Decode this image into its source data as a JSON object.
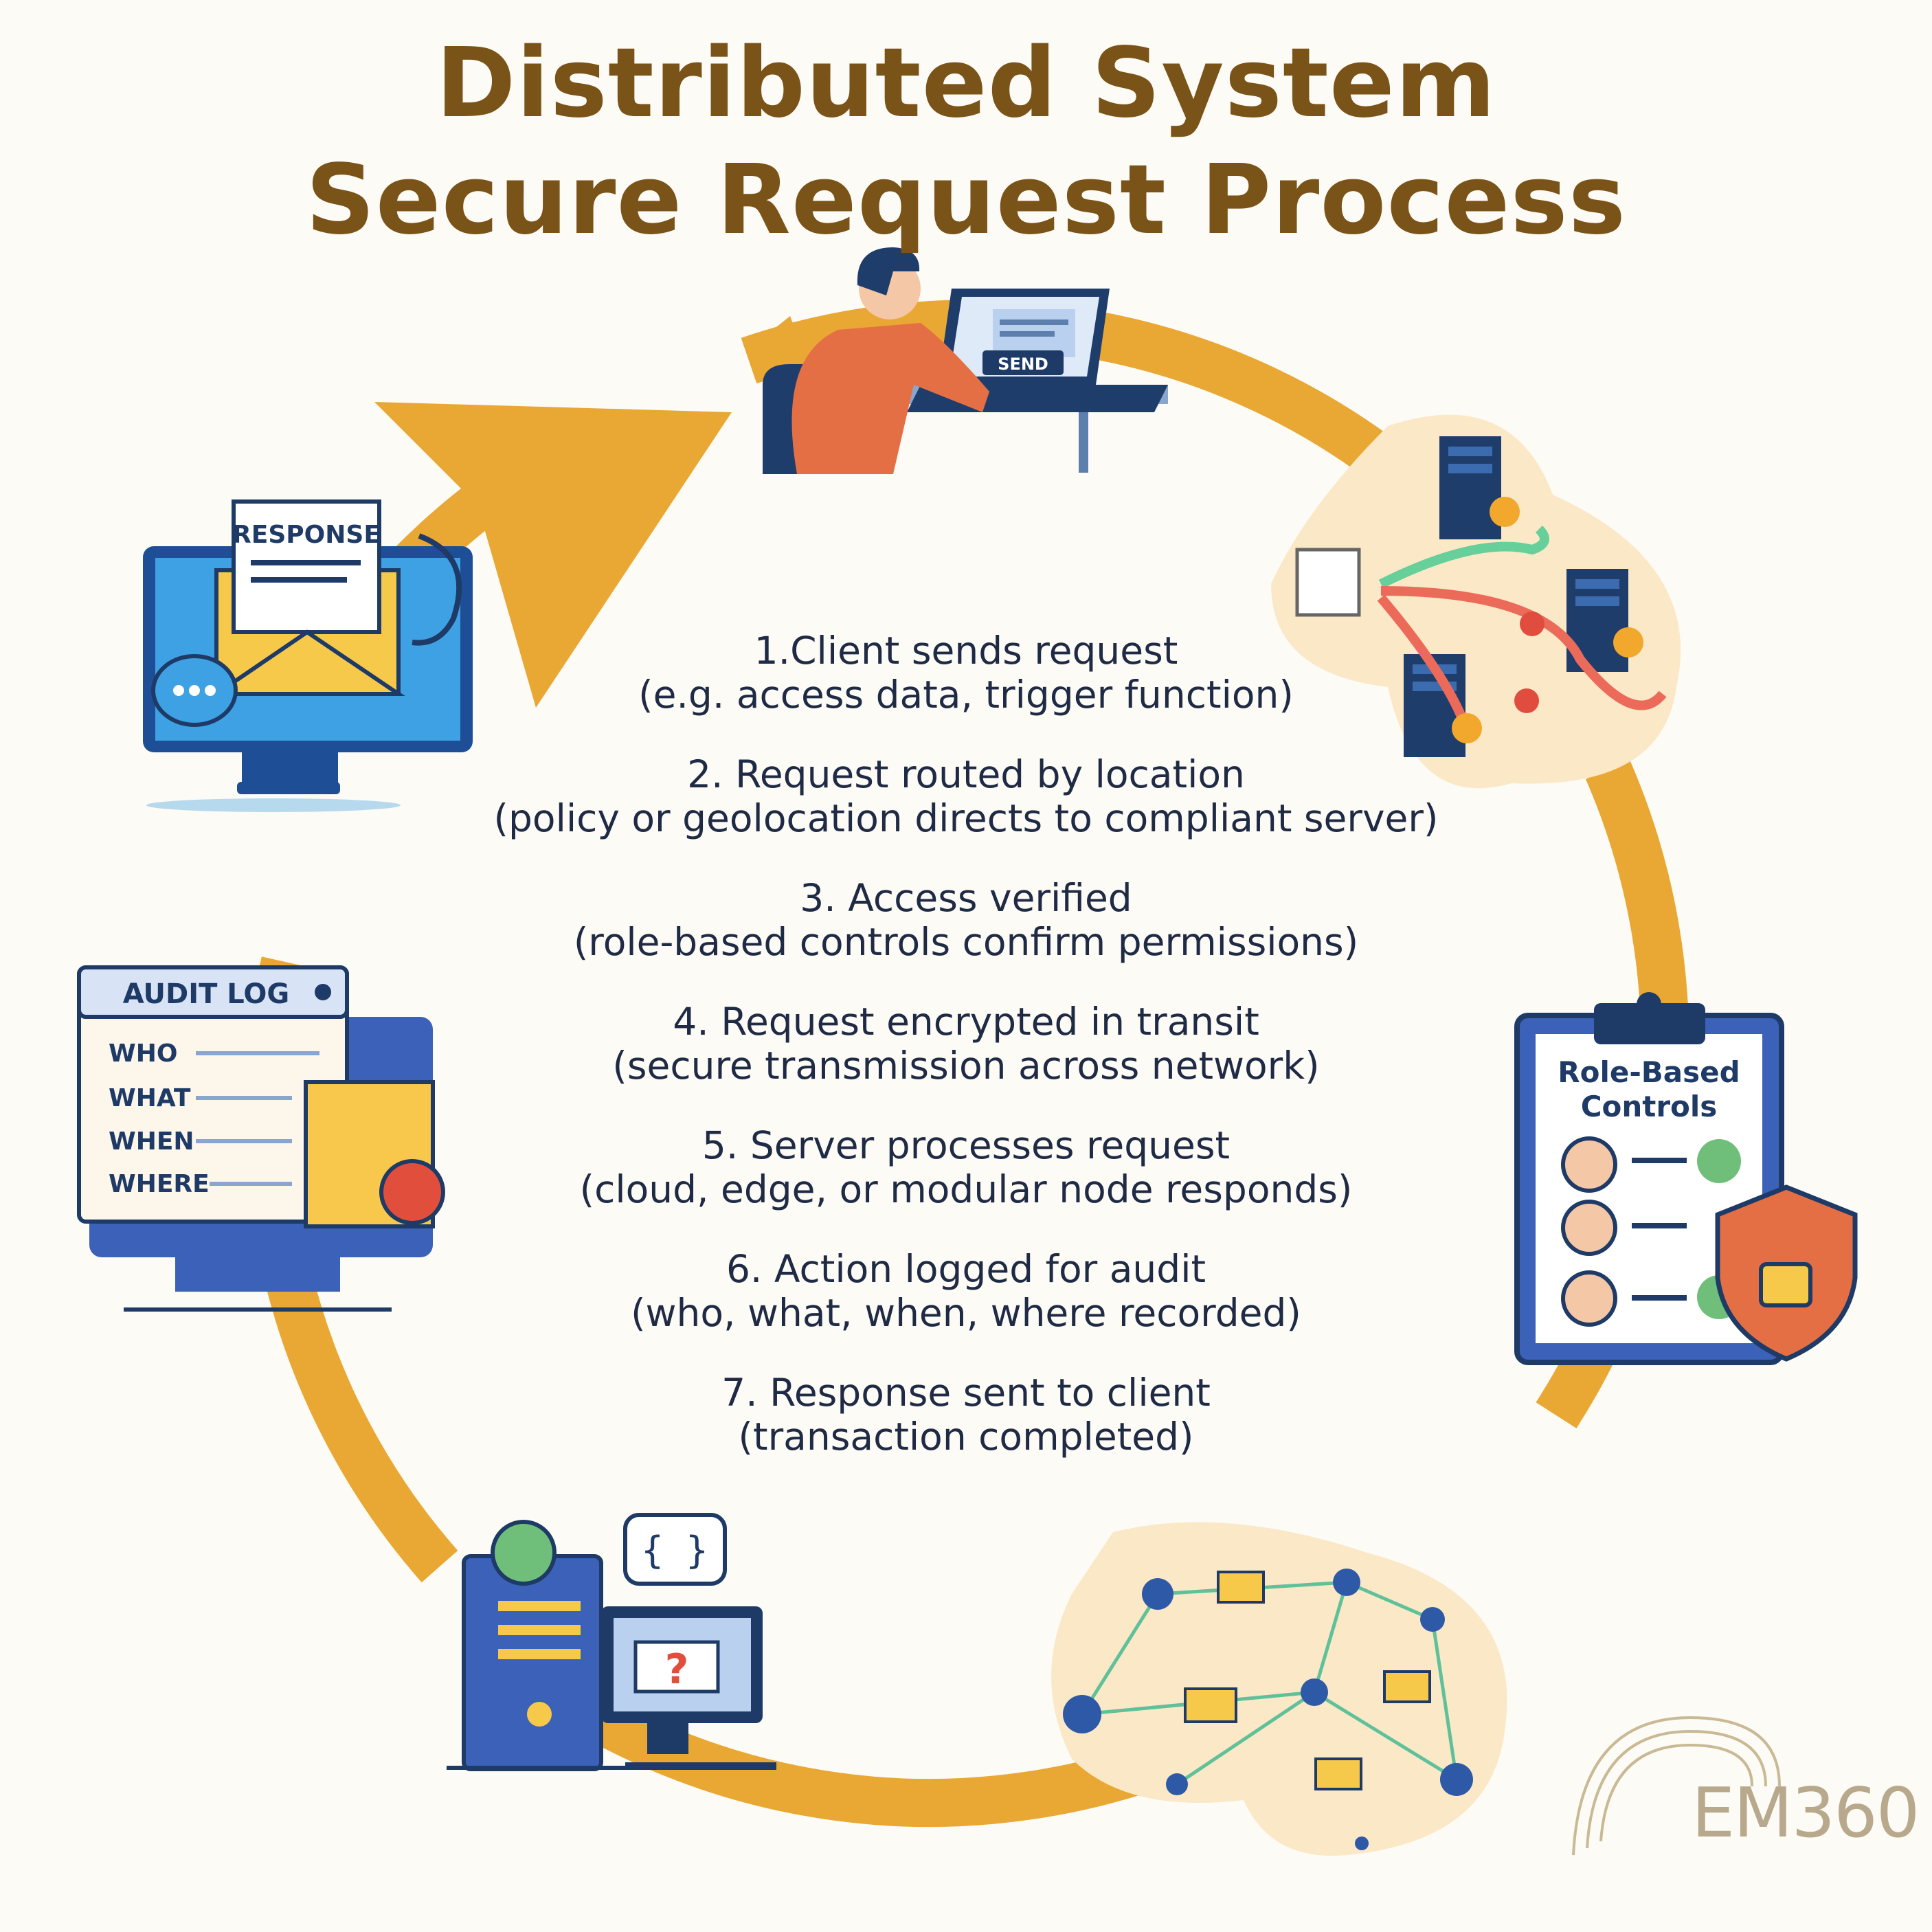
{
  "title": {
    "line1": "Distributed System",
    "line2": "Secure Request Process"
  },
  "steps": [
    {
      "title": "1.Client sends request",
      "detail": "(e.g. access data, trigger function)"
    },
    {
      "title": "2. Request routed by location",
      "detail": "(policy or geolocation directs to compliant server)"
    },
    {
      "title": "3. Access verified",
      "detail": "(role-based controls confirm permissions)"
    },
    {
      "title": "4. Request encrypted in transit",
      "detail": "(secure transmission across network)"
    },
    {
      "title": "5. Server processes request",
      "detail": "(cloud, edge, or modular node responds)"
    },
    {
      "title": "6. Action logged for audit",
      "detail": "(who, what, when, where recorded)"
    },
    {
      "title": "7. Response sent to client",
      "detail": "(transaction completed)"
    }
  ],
  "illustrations": {
    "client": {
      "button": "SEND"
    },
    "response": {
      "label": "RESPONSE"
    },
    "audit": {
      "header": "AUDIT LOG",
      "fields": [
        "WHO",
        "WHAT",
        "WHEN",
        "WHERE"
      ]
    },
    "rbac": {
      "title_line1": "Role-Based",
      "title_line2": "Controls"
    },
    "server": {
      "code": "{ }",
      "mark": "?"
    }
  },
  "brand": "EM360",
  "colors": {
    "title": "#7a5318",
    "ring": "#e9a733",
    "text": "#1f2a44",
    "accent_blue": "#1e4f96"
  }
}
